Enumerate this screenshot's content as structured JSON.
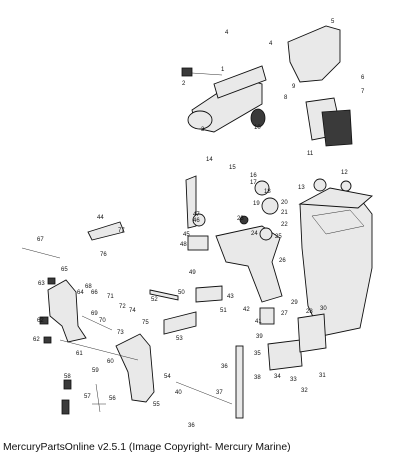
{
  "caption": "MercuryPartsOnline v2.5.1 (Image Copyright- Mercury Marine)",
  "callouts": [
    {
      "label": "1"
    },
    {
      "label": "2"
    },
    {
      "label": "3"
    },
    {
      "label": "4"
    },
    {
      "label": "4"
    },
    {
      "label": "5"
    },
    {
      "label": "6"
    },
    {
      "label": "7"
    },
    {
      "label": "8"
    },
    {
      "label": "9"
    },
    {
      "label": "10"
    },
    {
      "label": "11"
    },
    {
      "label": "12"
    },
    {
      "label": "13"
    },
    {
      "label": "14"
    },
    {
      "label": "15"
    },
    {
      "label": "16"
    },
    {
      "label": "17"
    },
    {
      "label": "18"
    },
    {
      "label": "19"
    },
    {
      "label": "20"
    },
    {
      "label": "21"
    },
    {
      "label": "22"
    },
    {
      "label": "23"
    },
    {
      "label": "24"
    },
    {
      "label": "25"
    },
    {
      "label": "26"
    },
    {
      "label": "27"
    },
    {
      "label": "28"
    },
    {
      "label": "29"
    },
    {
      "label": "30"
    },
    {
      "label": "31"
    },
    {
      "label": "32"
    },
    {
      "label": "33"
    },
    {
      "label": "34"
    },
    {
      "label": "35"
    },
    {
      "label": "36"
    },
    {
      "label": "36"
    },
    {
      "label": "37"
    },
    {
      "label": "38"
    },
    {
      "label": "39"
    },
    {
      "label": "40"
    },
    {
      "label": "41"
    },
    {
      "label": "42"
    },
    {
      "label": "43"
    },
    {
      "label": "44"
    },
    {
      "label": "45"
    },
    {
      "label": "46"
    },
    {
      "label": "47"
    },
    {
      "label": "48"
    },
    {
      "label": "49"
    },
    {
      "label": "50"
    },
    {
      "label": "51"
    },
    {
      "label": "52"
    },
    {
      "label": "53"
    },
    {
      "label": "54"
    },
    {
      "label": "55"
    },
    {
      "label": "56"
    },
    {
      "label": "57"
    },
    {
      "label": "58"
    },
    {
      "label": "59"
    },
    {
      "label": "60"
    },
    {
      "label": "61"
    },
    {
      "label": "62"
    },
    {
      "label": "62"
    },
    {
      "label": "63"
    },
    {
      "label": "64"
    },
    {
      "label": "65"
    },
    {
      "label": "66"
    },
    {
      "label": "67"
    },
    {
      "label": "68"
    },
    {
      "label": "69"
    },
    {
      "label": "70"
    },
    {
      "label": "71"
    },
    {
      "label": "72"
    },
    {
      "label": "73"
    },
    {
      "label": "74"
    },
    {
      "label": "75"
    },
    {
      "label": "76"
    },
    {
      "label": "77"
    }
  ]
}
